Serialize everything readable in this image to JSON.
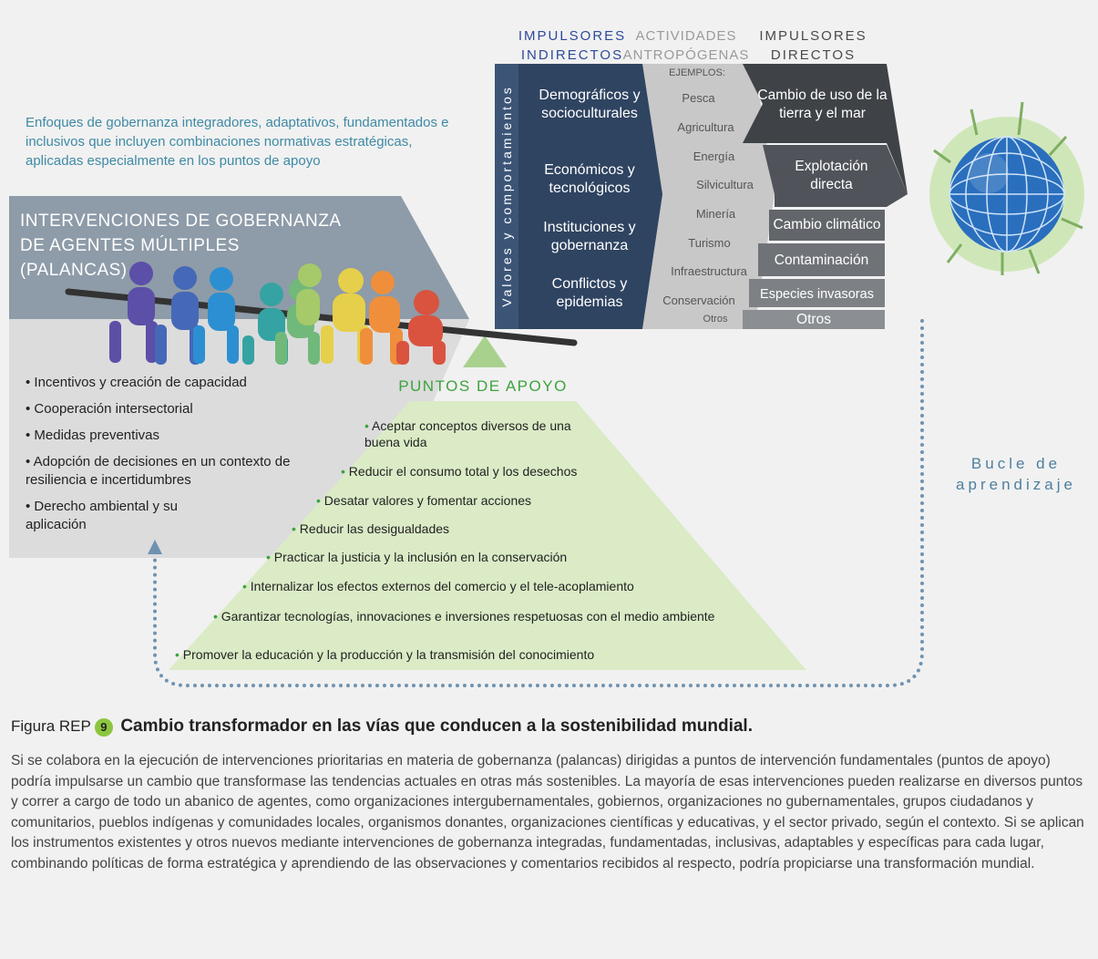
{
  "headers": {
    "indirect": [
      "IMPULSORES",
      "INDIRECTOS"
    ],
    "anthropogenic": [
      "ACTIVIDADES",
      "ANTROPÓGENAS"
    ],
    "direct": [
      "IMPULSORES",
      "DIRECTOS"
    ]
  },
  "governance": {
    "intro": "Enfoques de gobernanza integradores, adaptativos, fundamentados e inclusivos que incluyen combinaciones normativas estratégicas, aplicadas especialmente en los puntos de apoyo",
    "title_lines": [
      "INTERVENCIONES DE GOBERNANZA",
      "DE AGENTES MÚLTIPLES",
      "(PALANCAS)"
    ],
    "interventions": [
      "Incentivos y creación de capacidad",
      "Cooperación intersectorial",
      "Medidas preventivas",
      "Adopción de decisiones en un contexto de resiliencia e incertidumbres",
      "Derecho ambiental y su aplicación"
    ]
  },
  "values_label": "Valores y comportamientos",
  "indirect_drivers": [
    "Demográficos y socioculturales",
    "Económicos y tecnológicos",
    "Instituciones y gobernanza",
    "Conflictos y epidemias"
  ],
  "activities": {
    "header": "EJEMPLOS:",
    "items": [
      "Pesca",
      "Agricultura",
      "Energía",
      "Silvicultura",
      "Minería",
      "Turismo",
      "Infraestructura",
      "Conservación",
      "Otros"
    ]
  },
  "direct_drivers": [
    "Cambio de uso de la tierra y el mar",
    "Explotación directa",
    "Cambio climático",
    "Contaminación",
    "Especies invasoras",
    "Otros"
  ],
  "leverage": {
    "title": "PUNTOS DE APOYO",
    "items": [
      "Aceptar conceptos diversos de una buena vida",
      "Reducir el consumo total y los desechos",
      "Desatar valores y fomentar acciones",
      "Reducir las desigualdades",
      "Practicar la justicia y la inclusión en la conservación",
      "Internalizar los efectos externos del comercio y el tele-acoplamiento",
      "Garantizar tecnologías, innovaciones e inversiones respetuosas con el medio ambiente",
      "Promover la educación y la producción y la transmisión del conocimiento"
    ]
  },
  "learning_loop": [
    "Bucle de",
    "aprendizaje"
  ],
  "caption": {
    "prefix": "Figura REP",
    "number": "9",
    "title": "Cambio transformador en las vías que conducen a la sostenibilidad mundial.",
    "body": "Si se colabora en la ejecución de intervenciones prioritarias en materia de gobernanza (palancas) dirigidas a puntos de intervención fundamentales (puntos de apoyo) podría impulsarse un cambio que transformase las tendencias actuales en otras más sostenibles. La mayoría de esas intervenciones pueden realizarse en diversos puntos y correr a cargo de todo un abanico de agentes, como organizaciones intergubernamentales, gobiernos, organizaciones no gubernamentales, grupos ciudadanos y comunitarios, pueblos indígenas y comunidades locales, organismos donantes, organizaciones científicas y educativas, y el sector privado, según el contexto. Si se aplican los instrumentos existentes y otros nuevos mediante intervenciones de gobernanza integradas, fundamentadas, inclusivas, adaptables y específicas para cada lugar, combinando políticas de forma estratégica y aprendiendo de las observaciones y comentarios recibidos al respecto, podría propiciarse una transformación mundial."
  },
  "colors": {
    "indirect_band": "#2f4461",
    "anthro_band": "#c8c8c8",
    "direct_dark": "#3f4347",
    "direct_mid": "#5a5e62",
    "leverage_green": "#daebc6",
    "governance_grey": "#8e9ba8",
    "loop_blue": "#6f92b1"
  }
}
